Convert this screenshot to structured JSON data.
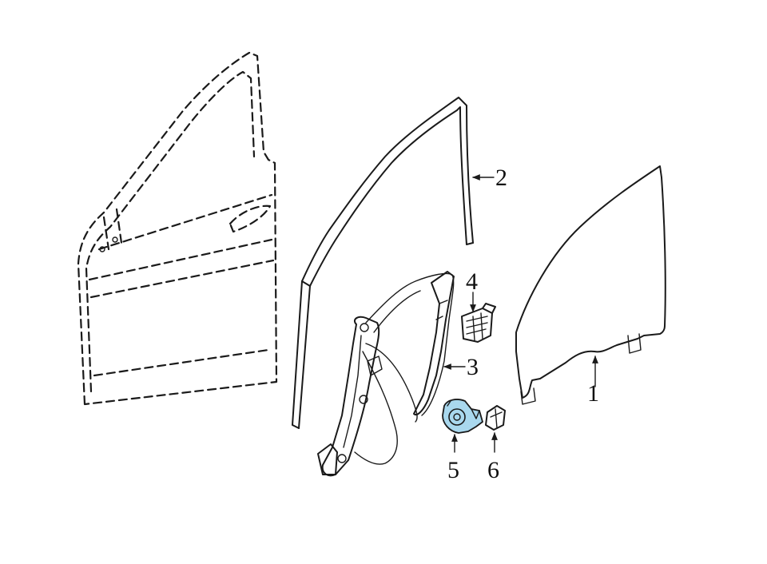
{
  "diagram": {
    "callouts": [
      {
        "id": "1",
        "label": "1"
      },
      {
        "id": "2",
        "label": "2"
      },
      {
        "id": "3",
        "label": "3"
      },
      {
        "id": "4",
        "label": "4"
      },
      {
        "id": "5",
        "label": "5"
      },
      {
        "id": "6",
        "label": "6"
      }
    ],
    "highlight_color": "#a9d8ee",
    "line_color": "#1a1a1a"
  }
}
